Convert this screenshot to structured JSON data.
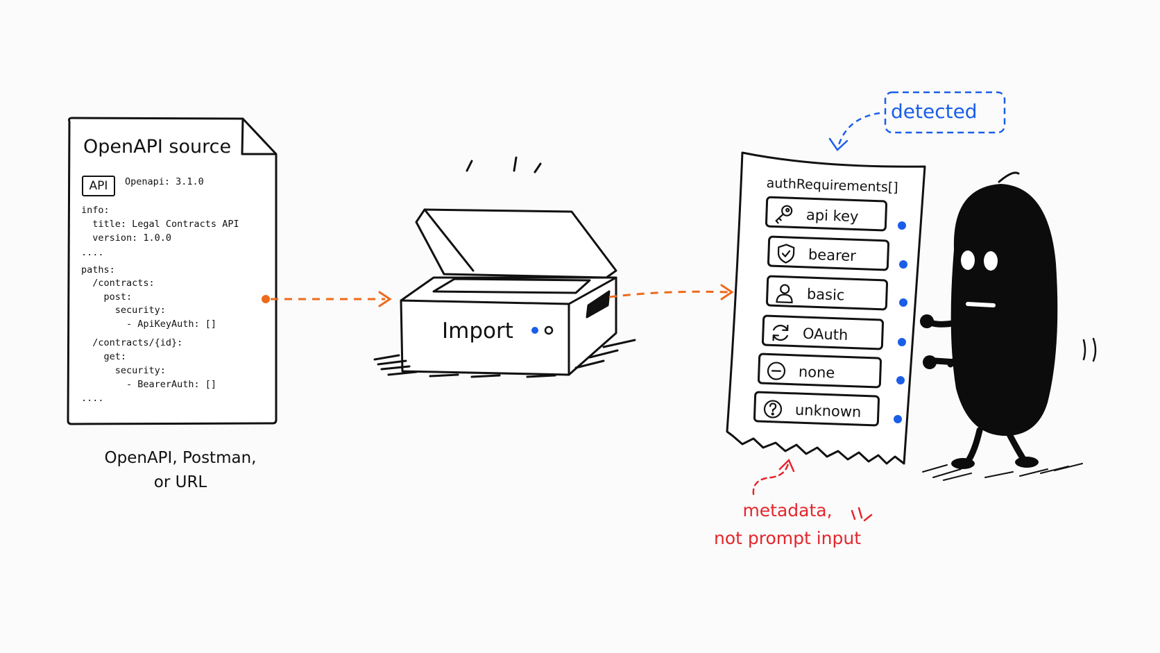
{
  "source_doc": {
    "title": "OpenAPI source",
    "badge": "API",
    "openapi_line": "Openapi: 3.1.0",
    "code_lines": [
      "info:",
      "  title: Legal Contracts API",
      "  version: 1.0.0",
      "....",
      "paths:",
      "  /contracts:",
      "    post:",
      "      security:",
      "        - ApiKeyAuth: []",
      "  /contracts/{id}:",
      "    get:",
      "      security:",
      "        - BearerAuth: []",
      "...."
    ],
    "caption_line1": "OpenAPI, Postman,",
    "caption_line2": "or URL"
  },
  "importer": {
    "label": "Import"
  },
  "result": {
    "title": "authRequirements[]",
    "tag": "detected",
    "items": [
      {
        "label": "api key",
        "icon": "key-icon"
      },
      {
        "label": "bearer",
        "icon": "shield-icon"
      },
      {
        "label": "basic",
        "icon": "user-icon"
      },
      {
        "label": "OAuth",
        "icon": "refresh-icon"
      },
      {
        "label": "none",
        "icon": "minus-circle-icon"
      },
      {
        "label": "unknown",
        "icon": "question-circle-icon"
      }
    ]
  },
  "note": {
    "line1": "metadata,",
    "line2": "not prompt input"
  },
  "colors": {
    "orange": "#ee6a1c",
    "blue": "#1a5ee8",
    "red": "#e4262b",
    "ink": "#111111"
  }
}
